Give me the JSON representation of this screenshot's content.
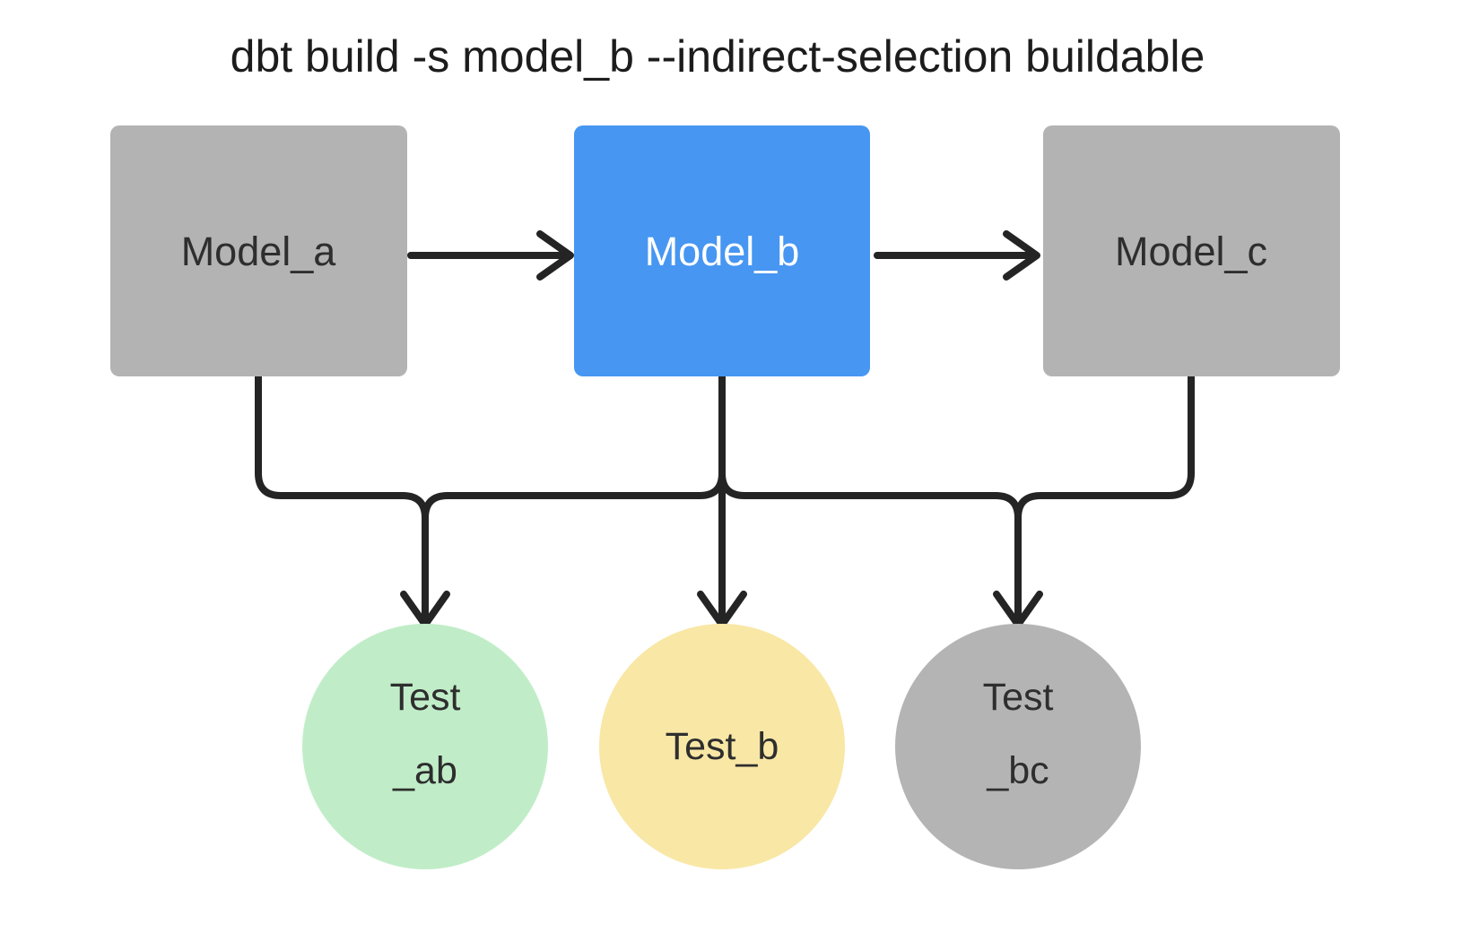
{
  "title": "dbt build -s model_b --indirect-selection buildable",
  "colors": {
    "edge": "#242424",
    "node_default": "#b3b3b3",
    "node_selected": "#4796f2",
    "test_green": "#c0edc8",
    "test_yellow": "#f9e7a6",
    "test_gray": "#b4b4b4"
  },
  "nodes": {
    "models": [
      {
        "id": "model_a",
        "label": "Model_a",
        "color": "#b3b3b3",
        "text_color": "#2e2e2e"
      },
      {
        "id": "model_b",
        "label": "Model_b",
        "color": "#4796f2",
        "text_color": "#ffffff"
      },
      {
        "id": "model_c",
        "label": "Model_c",
        "color": "#b3b3b3",
        "text_color": "#2e2e2e"
      }
    ],
    "tests": [
      {
        "id": "test_ab",
        "lines": [
          "Test",
          "_ab"
        ],
        "color": "#c0edc8",
        "text_color": "#2e2e2e"
      },
      {
        "id": "test_b",
        "lines": [
          "Test_b"
        ],
        "color": "#f9e7a6",
        "text_color": "#2e2e2e"
      },
      {
        "id": "test_bc",
        "lines": [
          "Test",
          "_bc"
        ],
        "color": "#b4b4b4",
        "text_color": "#2e2e2e"
      }
    ]
  }
}
